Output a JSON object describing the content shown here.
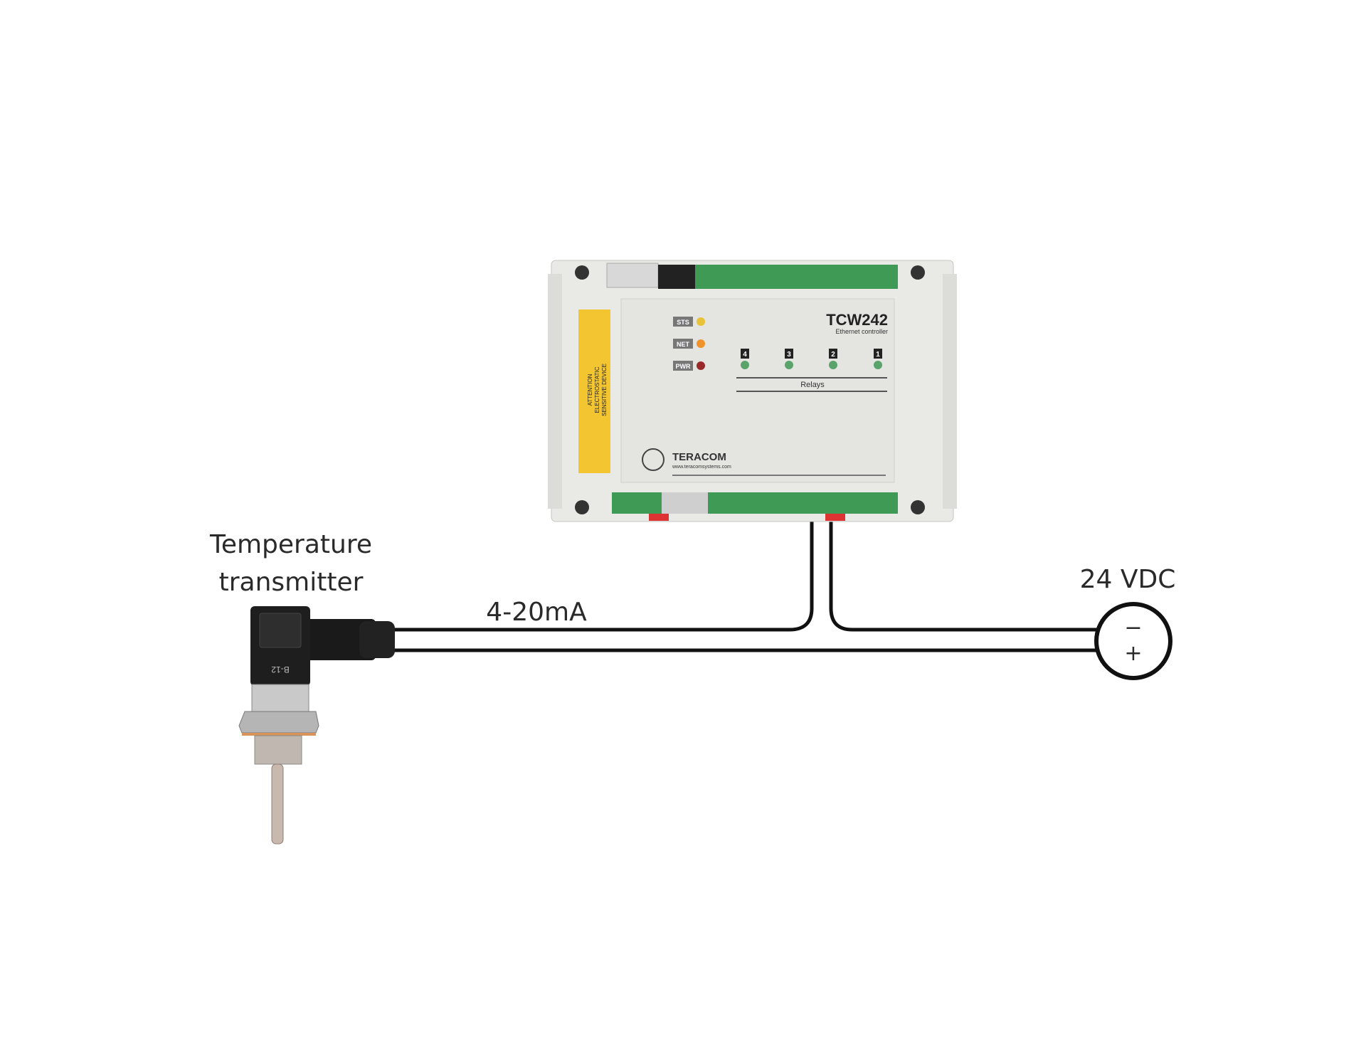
{
  "labels": {
    "sensor_line1": "Temperature",
    "sensor_line2": "transmitter",
    "signal": "4-20mA",
    "supply": "24 VDC",
    "minus": "−",
    "plus": "+"
  },
  "device": {
    "model": "TCW242",
    "subtitle": "Ethernet controller",
    "leds": [
      "STS",
      "NET",
      "PWR"
    ],
    "led_colors": [
      "#e8c23a",
      "#f0922a",
      "#9a2a2a"
    ],
    "relays": [
      "4",
      "3",
      "2",
      "1"
    ],
    "relays_label": "Relays",
    "brand": "TERACOM",
    "website": "www.teracomsystems.com",
    "warning": [
      "ATTENTION",
      "ELECTROSTATIC",
      "SENSITIVE DEVICE"
    ]
  },
  "sensor": {
    "connector_code": "B-12"
  }
}
